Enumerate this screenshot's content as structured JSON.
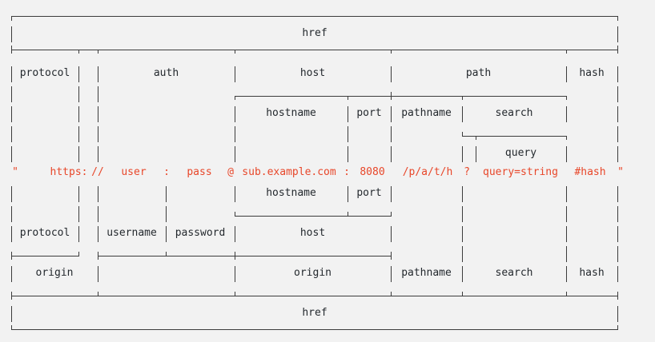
{
  "diagram": {
    "title": "URL structure diagram",
    "type": "url-anatomy",
    "colors": {
      "background": "#f2f2f2",
      "rule": "#3c3c3c",
      "label": "#24292e",
      "url_text": "#e8472a"
    },
    "url_string": "\"  https:   //    user  :   pass   @ sub.example.com : 8080   /p/a/t/h  ?  query=string   #hash \"",
    "url_tokens": [
      {
        "name": "open-quote",
        "text": "\""
      },
      {
        "name": "protocol",
        "text": "https:"
      },
      {
        "name": "slashes",
        "text": "//"
      },
      {
        "name": "username",
        "text": "user"
      },
      {
        "name": "colon",
        "text": ":"
      },
      {
        "name": "password",
        "text": "pass"
      },
      {
        "name": "at-sign",
        "text": "@"
      },
      {
        "name": "hostname",
        "text": "sub.example.com"
      },
      {
        "name": "port-colon",
        "text": ":"
      },
      {
        "name": "port",
        "text": "8080"
      },
      {
        "name": "pathname",
        "text": "/p/a/t/h"
      },
      {
        "name": "question",
        "text": "?"
      },
      {
        "name": "query",
        "text": "query=string"
      },
      {
        "name": "hash",
        "text": "#hash"
      },
      {
        "name": "close-quote",
        "text": "\""
      }
    ],
    "rows": {
      "href_top": "href",
      "href_bottom": "href",
      "protocol": "protocol",
      "auth": "auth",
      "host_top": "host",
      "path": "path",
      "hash_top": "hash",
      "hostname_top": "hostname",
      "port_top": "port",
      "pathname_top": "pathname",
      "search_top": "search",
      "query": "query",
      "hostname_bot": "hostname",
      "port_bot": "port",
      "protocol_bot": "protocol",
      "username": "username",
      "password": "password",
      "host_bot": "host",
      "origin_left": "origin",
      "origin_right": "origin",
      "pathname_bot": "pathname",
      "search_bot": "search",
      "hash_bot": "hash"
    }
  }
}
